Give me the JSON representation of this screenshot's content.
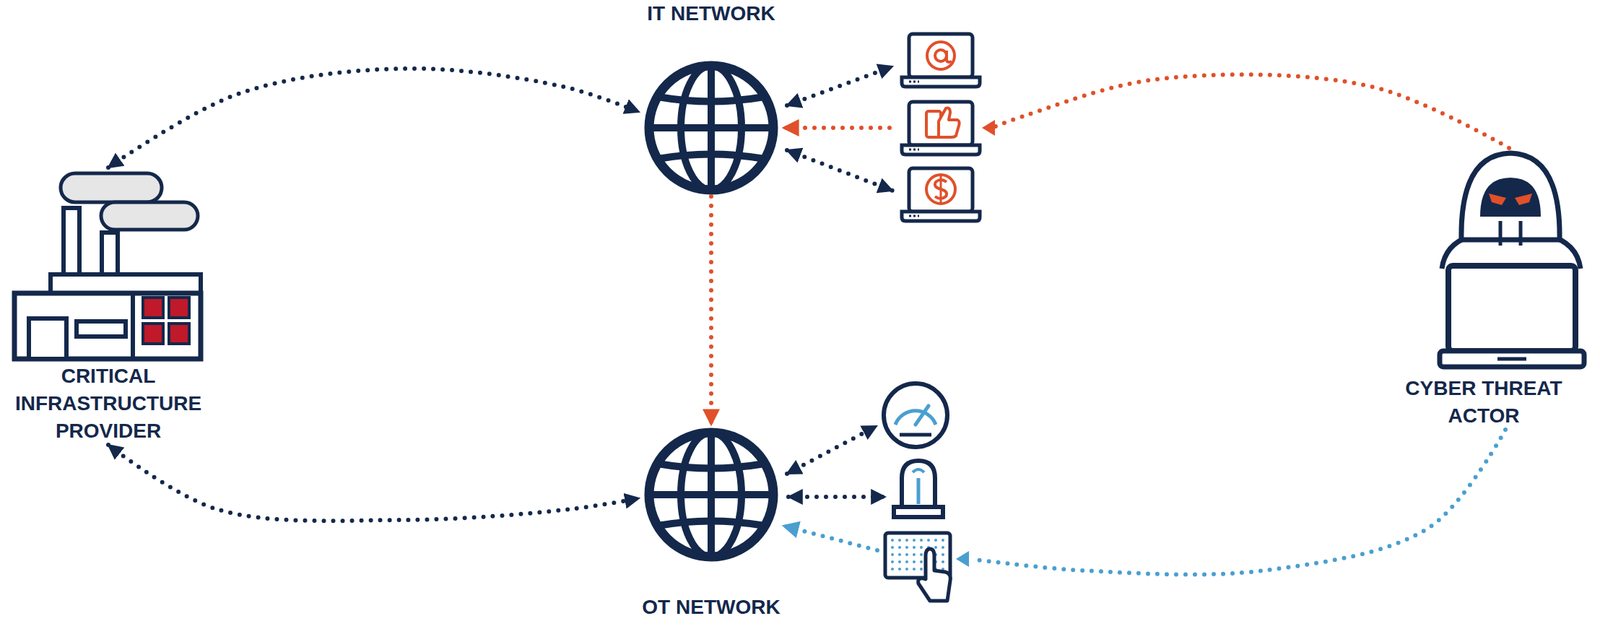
{
  "diagram": {
    "nodes": [
      {
        "text": [
          "CRITICAL INFRASTRUCTURE PROVIDER"
        ]
      },
      {
        "text": [
          "IT NETWORK"
        ]
      },
      {
        "text": [
          "OT NETWORK"
        ]
      },
      {
        "text": [
          "CYBER THREAT ACTOR"
        ]
      }
    ],
    "edges": [
      {
        "from": 0,
        "to": 1,
        "arrow": "both"
      },
      {
        "from": 0,
        "to": 2,
        "arrow": "both"
      },
      {
        "from": 1,
        "to": 2,
        "arrow": "to"
      },
      {
        "from": 3,
        "to": 1,
        "arrow": "to"
      },
      {
        "from": 3,
        "to": 2,
        "arrow": "to"
      }
    ]
  }
}
